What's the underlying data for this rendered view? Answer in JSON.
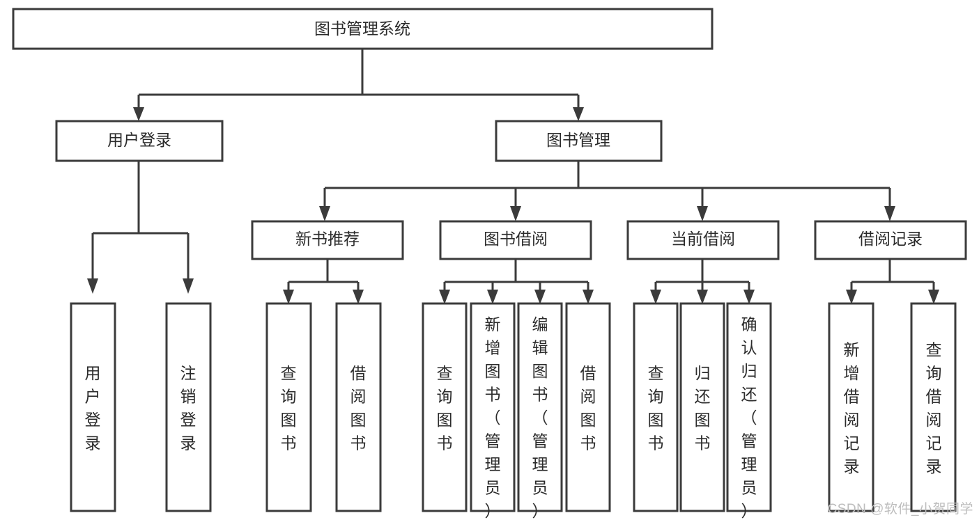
{
  "diagram": {
    "title": "图书管理系统",
    "type": "tree-hierarchy",
    "watermark": "CSDN @软件_小贺同学",
    "colors": {
      "stroke": "#3b3b3b",
      "fill": "#ffffff",
      "text": "#2b2b2b",
      "watermark": "#bdbdbd"
    },
    "levels": {
      "root": {
        "label": "图书管理系统"
      },
      "level2": [
        {
          "id": "user-login",
          "label": "用户登录"
        },
        {
          "id": "book-management",
          "label": "图书管理"
        }
      ],
      "level3": [
        {
          "id": "new-book-recommend",
          "label": "新书推荐",
          "parent": "book-management"
        },
        {
          "id": "book-borrow",
          "label": "图书借阅",
          "parent": "book-management"
        },
        {
          "id": "current-borrow",
          "label": "当前借阅",
          "parent": "book-management"
        },
        {
          "id": "borrow-record",
          "label": "借阅记录",
          "parent": "book-management"
        }
      ],
      "leaves": {
        "user-login": [
          {
            "id": "leaf-user-login",
            "label": "用户登录"
          },
          {
            "id": "leaf-logout",
            "label": "注销登录"
          }
        ],
        "new-book-recommend": [
          {
            "id": "leaf-query-book-1",
            "label": "查询图书"
          },
          {
            "id": "leaf-borrow-book-1",
            "label": "借阅图书"
          }
        ],
        "book-borrow": [
          {
            "id": "leaf-query-book-2",
            "label": "查询图书"
          },
          {
            "id": "leaf-add-book",
            "label": "新增图书（管理员）"
          },
          {
            "id": "leaf-edit-book",
            "label": "编辑图书（管理员）"
          },
          {
            "id": "leaf-borrow-book-2",
            "label": "借阅图书"
          }
        ],
        "current-borrow": [
          {
            "id": "leaf-query-book-3",
            "label": "查询图书"
          },
          {
            "id": "leaf-return-book",
            "label": "归还图书"
          },
          {
            "id": "leaf-confirm-return",
            "label": "确认归还（管理员）"
          }
        ],
        "borrow-record": [
          {
            "id": "leaf-add-record",
            "label": "新增借阅记录"
          },
          {
            "id": "leaf-query-record",
            "label": "查询借阅记录"
          }
        ]
      }
    }
  }
}
